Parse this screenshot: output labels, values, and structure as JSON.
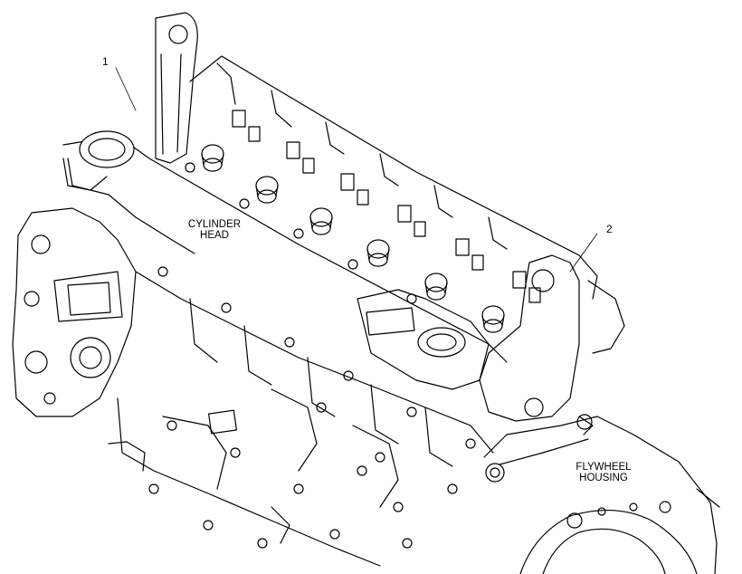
{
  "callouts": [
    "1",
    "2"
  ],
  "labels": {
    "cylinder_head": "CYLINDER\nHEAD",
    "flywheel_housing": "FLYWHEEL\nHOUSING"
  }
}
